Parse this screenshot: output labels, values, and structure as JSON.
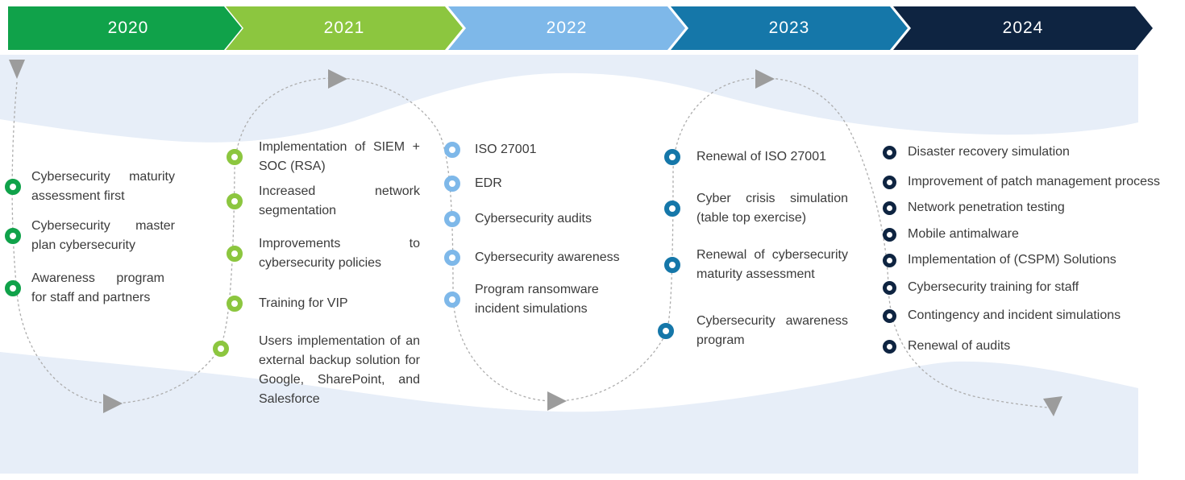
{
  "palette": {
    "year_2020": "#10A24A",
    "year_2021": "#8CC63F",
    "year_2022": "#7EB8E9",
    "year_2023": "#1577A9",
    "year_2024": "#0E2441",
    "wave_band": "#E7EEF8",
    "flow_dash_line": "#ADADAD",
    "flow_arrow": "#9C9C9C",
    "item_text": "#3B3B3B",
    "year_label_text": "#FFFFFF"
  },
  "timeline": {
    "years": [
      {
        "label": "2020",
        "items": [
          {
            "text": "Cybersecurity maturity assessment first"
          },
          {
            "text": "Cybersecurity master plan cybersecurity"
          },
          {
            "text": "Awareness program for staff and partners"
          }
        ]
      },
      {
        "label": "2021",
        "items": [
          {
            "text": "Implementation of SIEM + SOC (RSA)"
          },
          {
            "text": "Increased network segmentation"
          },
          {
            "text": "Improvements to cybersecurity policies"
          },
          {
            "text": "Training for VIP"
          },
          {
            "text": "Users implementation of an external backup solution for Google, SharePoint, and Salesforce"
          }
        ]
      },
      {
        "label": "2022",
        "items": [
          {
            "text": "ISO 27001"
          },
          {
            "text": "EDR"
          },
          {
            "text": "Cybersecurity audits"
          },
          {
            "text": "Cybersecurity awareness"
          },
          {
            "text": "Program ransomware incident simulations"
          }
        ]
      },
      {
        "label": "2023",
        "items": [
          {
            "text": "Renewal of ISO 27001"
          },
          {
            "text": "Cyber crisis simulation (table top exercise)"
          },
          {
            "text": "Renewal of cybersecurity maturity assessment"
          },
          {
            "text": "Cybersecurity awareness program"
          }
        ]
      },
      {
        "label": "2024",
        "items": [
          {
            "text": "Disaster recovery simulation"
          },
          {
            "text": "Improvement of patch management process"
          },
          {
            "text": "Network penetration testing"
          },
          {
            "text": "Mobile antimalware"
          },
          {
            "text": "Implementation of (CSPM) Solutions"
          },
          {
            "text": "Cybersecurity training for staff"
          },
          {
            "text": "Contingency and incident simulations"
          },
          {
            "text": "Renewal of audits"
          }
        ]
      }
    ]
  },
  "decorations": {
    "flow_arrows": [
      {
        "icon": "triangle-down-icon"
      },
      {
        "icon": "triangle-right-icon"
      },
      {
        "icon": "triangle-right-icon"
      },
      {
        "icon": "triangle-right-icon"
      },
      {
        "icon": "triangle-right-icon"
      },
      {
        "icon": "triangle-down-icon"
      }
    ]
  }
}
